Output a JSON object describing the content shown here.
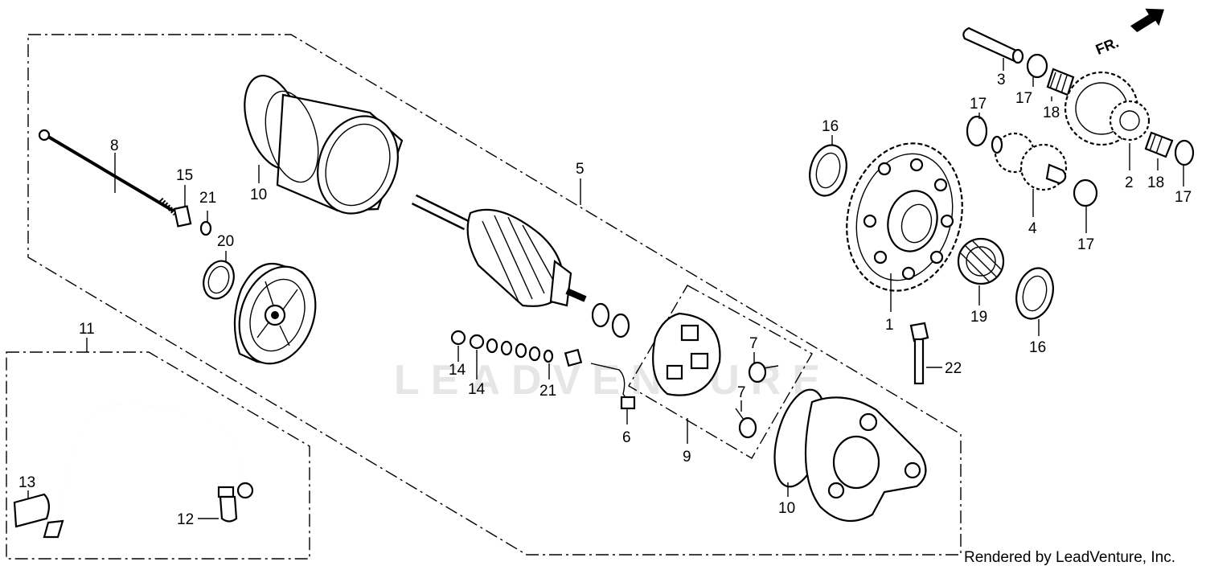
{
  "callouts": [
    {
      "text": "1"
    },
    {
      "text": "2"
    },
    {
      "text": "3"
    },
    {
      "text": "4"
    },
    {
      "text": "5"
    },
    {
      "text": "6"
    },
    {
      "text": "7"
    },
    {
      "text": "7"
    },
    {
      "text": "8"
    },
    {
      "text": "9"
    },
    {
      "text": "10"
    },
    {
      "text": "10"
    },
    {
      "text": "11"
    },
    {
      "text": "12"
    },
    {
      "text": "13"
    },
    {
      "text": "14"
    },
    {
      "text": "14"
    },
    {
      "text": "15"
    },
    {
      "text": "16"
    },
    {
      "text": "16"
    },
    {
      "text": "17"
    },
    {
      "text": "17"
    },
    {
      "text": "17"
    },
    {
      "text": "17"
    },
    {
      "text": "18"
    },
    {
      "text": "18"
    },
    {
      "text": "19"
    },
    {
      "text": "20"
    },
    {
      "text": "21"
    },
    {
      "text": "21"
    },
    {
      "text": "22"
    }
  ],
  "direction_label": "FR.",
  "watermark": "LEADVENTURE",
  "credit": "Rendered by LeadVenture, Inc."
}
